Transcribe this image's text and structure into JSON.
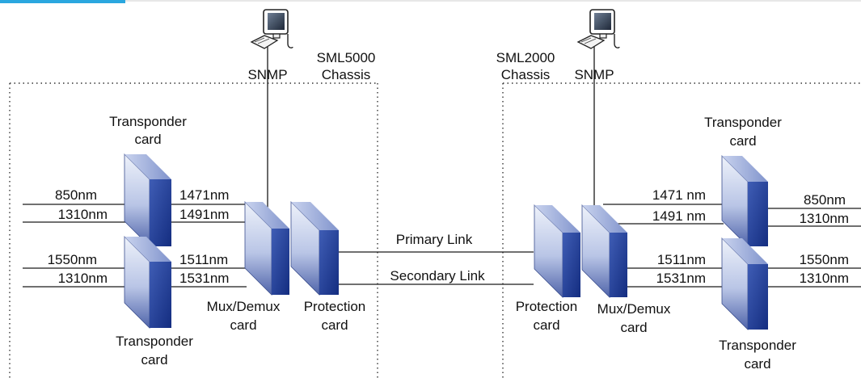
{
  "left_chassis": {
    "label_line1": "SML5000",
    "label_line2": "Chassis",
    "snmp": "SNMP",
    "transponder_top": {
      "line1": "Transponder",
      "line2": "card"
    },
    "transponder_bottom": {
      "line1": "Transponder",
      "line2": "card"
    },
    "client_ports": [
      "850nm",
      "1310nm",
      "1550nm",
      "1310nm"
    ],
    "line_ports": [
      "1471nm",
      "1491nm",
      "1511nm",
      "1531nm"
    ],
    "mux": {
      "line1": "Mux/Demux",
      "line2": "card"
    },
    "protection": {
      "line1": "Protection",
      "line2": "card"
    }
  },
  "right_chassis": {
    "label_line1": "SML2000",
    "label_line2": "Chassis",
    "snmp": "SNMP",
    "transponder_top": {
      "line1": "Transponder",
      "line2": "card"
    },
    "transponder_bottom": {
      "line1": "Transponder",
      "line2": "card"
    },
    "client_ports": [
      "850nm",
      "1310nm",
      "1550nm",
      "1310nm"
    ],
    "line_ports": [
      "1471 nm",
      "1491 nm",
      "1511nm",
      "1531nm"
    ],
    "mux": {
      "line1": "Mux/Demux",
      "line2": "card"
    },
    "protection": {
      "line1": "Protection",
      "line2": "card"
    }
  },
  "links": {
    "primary": "Primary Link",
    "secondary": "Secondary Link"
  },
  "colors": {
    "card_front_light": "#e8edf7",
    "card_front_dark": "#5c6fb0",
    "card_side": "#1f3c96",
    "card_top": "#9fb0da",
    "header_accent": "#2aa7df"
  },
  "icons": [
    "computer-icon"
  ]
}
